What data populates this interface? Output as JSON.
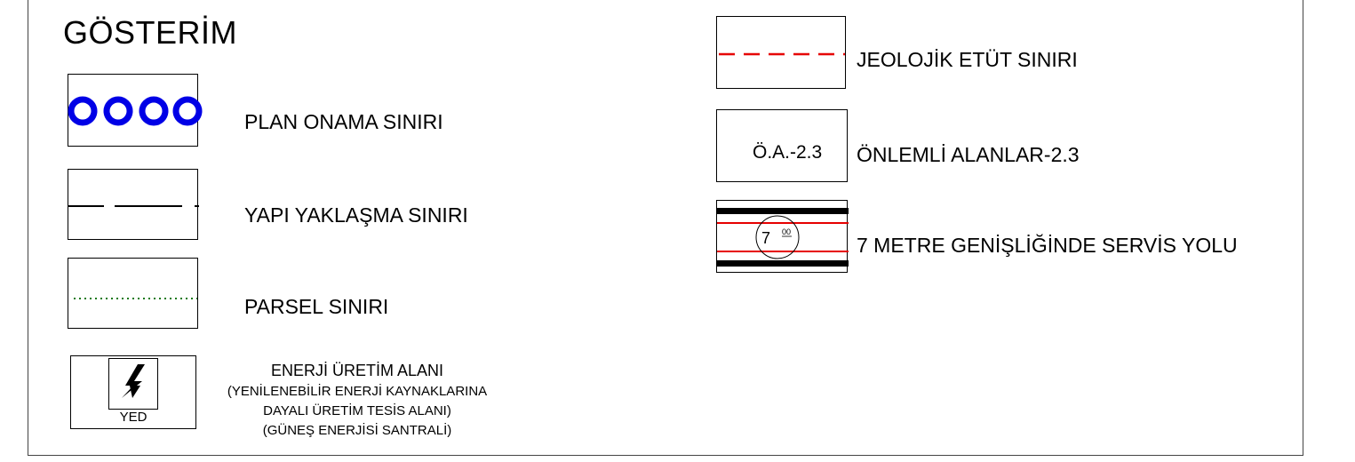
{
  "legend": {
    "title": "GÖSTERİM",
    "items_left": [
      {
        "id": "plan_onama",
        "label": "PLAN ONAMA SINIRI",
        "symbol_color": "#0000e6"
      },
      {
        "id": "yapi_yaklasma",
        "label": "YAPI YAKLAŞMA SINIRI",
        "symbol_color": "#000000"
      },
      {
        "id": "parsel",
        "label": "PARSEL SINIRI",
        "symbol_color": "#1a7a1a"
      },
      {
        "id": "enerji",
        "symbol_code": "YED",
        "symbol_icon": "lightning-bolt-icon",
        "label_lines": [
          "ENERJİ ÜRETİM ALANI",
          "(YENİLENEBİLİR ENERJİ KAYNAKLARINA",
          "DAYALI ÜRETİM TESİS ALANI)",
          "(GÜNEŞ ENERJİSİ SANTRALİ)"
        ]
      }
    ],
    "items_right": [
      {
        "id": "jeolojik",
        "label": "JEOLOJİK ETÜT SINIRI",
        "symbol_color": "#e60000"
      },
      {
        "id": "onlemli",
        "label": "ÖNLEMLİ ALANLAR-2.3",
        "symbol_code": "Ö.A.-2.3"
      },
      {
        "id": "servis_yolu",
        "label": "7 METRE GENİŞLİĞİNDE SERVİS YOLU",
        "road_width_main": "7",
        "road_width_sup": "00",
        "symbol_color": "#e60000"
      }
    ]
  }
}
